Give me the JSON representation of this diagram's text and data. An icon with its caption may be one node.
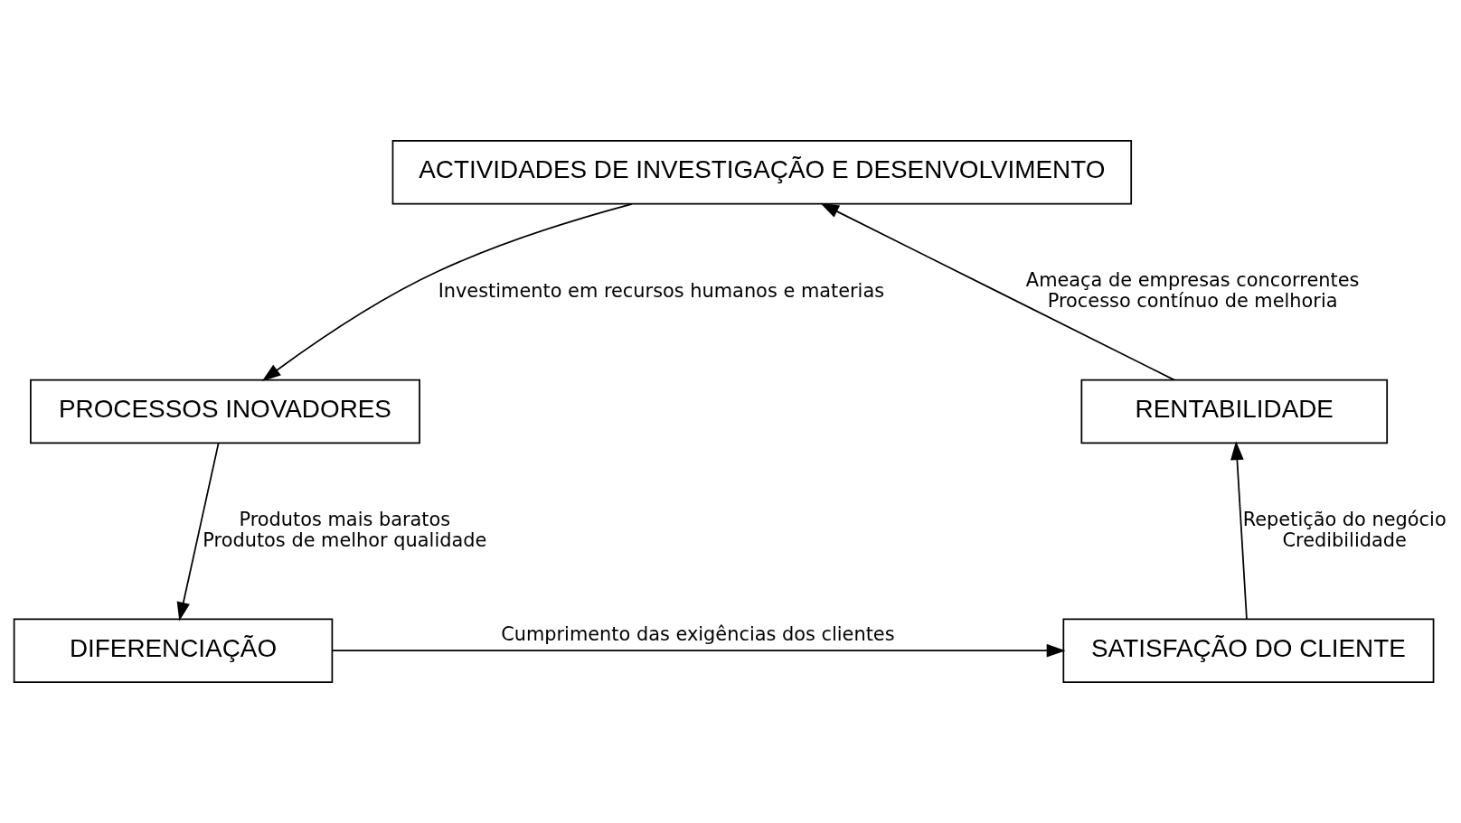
{
  "diagram": {
    "nodes": [
      {
        "text": [
          "ACTIVIDADES DE INVESTIGAÇÃO E DESENVOLVIMENTO"
        ]
      },
      {
        "text": [
          "PROCESSOS INOVADORES"
        ]
      },
      {
        "text": [
          "DIFERENCIAÇÃO"
        ]
      },
      {
        "text": [
          "SATISFAÇÃO DO CLIENTE"
        ]
      },
      {
        "text": [
          "RENTABILIDADE"
        ]
      }
    ],
    "edges": [
      {
        "from": 0,
        "to": 1,
        "arrow": "to",
        "label": [
          "Investimento em recursos humanos e materias"
        ]
      },
      {
        "from": 1,
        "to": 2,
        "arrow": "to",
        "label": [
          "Produtos mais baratos",
          "Produtos de melhor qualidade"
        ]
      },
      {
        "from": 2,
        "to": 3,
        "arrow": "to",
        "label": [
          "Cumprimento das exigências dos clientes"
        ]
      },
      {
        "from": 3,
        "to": 4,
        "arrow": "to",
        "label": [
          "Repetição do negócio",
          "Credibilidade"
        ]
      },
      {
        "from": 4,
        "to": 0,
        "arrow": "to",
        "label": [
          "Ameaça de empresas concorrentes",
          "Processo contínuo de melhoria"
        ]
      }
    ]
  }
}
